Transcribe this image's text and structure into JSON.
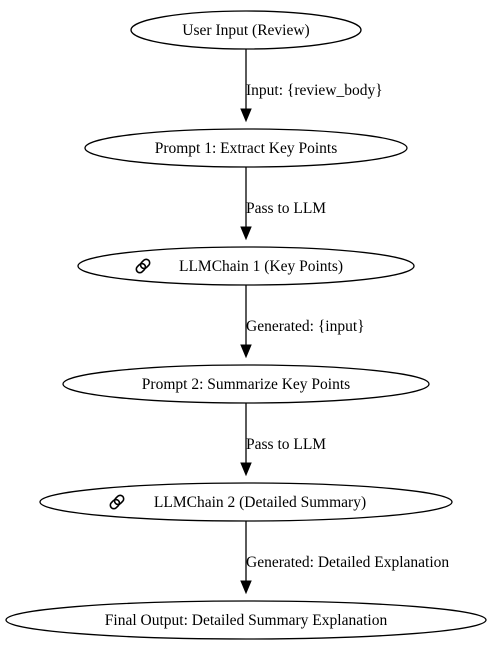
{
  "diagram": {
    "nodes": [
      {
        "id": "user-input",
        "label": "User Input (Review)",
        "icon": ""
      },
      {
        "id": "prompt-1",
        "label": "Prompt 1: Extract Key Points",
        "icon": ""
      },
      {
        "id": "llmchain-1",
        "label": "LLMChain 1 (Key Points)",
        "icon": "chain-link-icon"
      },
      {
        "id": "prompt-2",
        "label": "Prompt 2: Summarize Key Points",
        "icon": ""
      },
      {
        "id": "llmchain-2",
        "label": "LLMChain 2 (Detailed Summary)",
        "icon": "chain-link-icon"
      },
      {
        "id": "final-output",
        "label": "Final Output: Detailed Summary Explanation",
        "icon": ""
      }
    ],
    "edges": [
      {
        "from": "user-input",
        "to": "prompt-1",
        "label": "Input: {review_body}"
      },
      {
        "from": "prompt-1",
        "to": "llmchain-1",
        "label": "Pass to LLM"
      },
      {
        "from": "llmchain-1",
        "to": "prompt-2",
        "label": "Generated: {input}"
      },
      {
        "from": "prompt-2",
        "to": "llmchain-2",
        "label": "Pass to LLM"
      },
      {
        "from": "llmchain-2",
        "to": "final-output",
        "label": "Generated: Detailed Explanation"
      }
    ]
  }
}
